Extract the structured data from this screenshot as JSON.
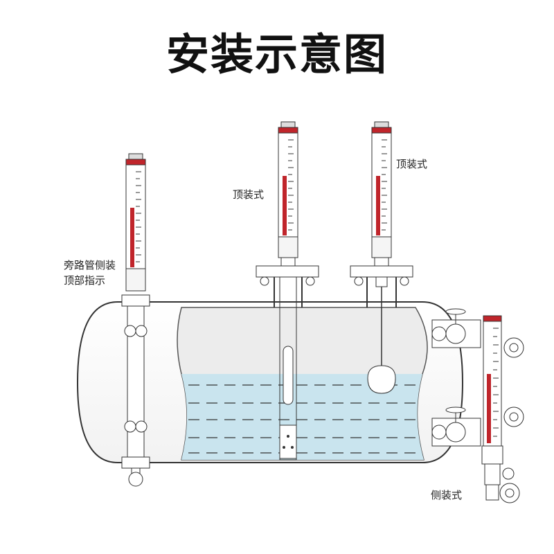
{
  "title": "安装示意图",
  "labels": {
    "bypass_line1": "旁路管侧装",
    "bypass_line2": "顶部指示",
    "top_mount_1": "顶装式",
    "top_mount_2": "顶装式",
    "side_mount": "侧装式"
  },
  "colors": {
    "liquid": "#c9e4ee",
    "tank_inner": "#eeeeee",
    "indicator_red": "#c0252b",
    "stroke": "#333333"
  }
}
